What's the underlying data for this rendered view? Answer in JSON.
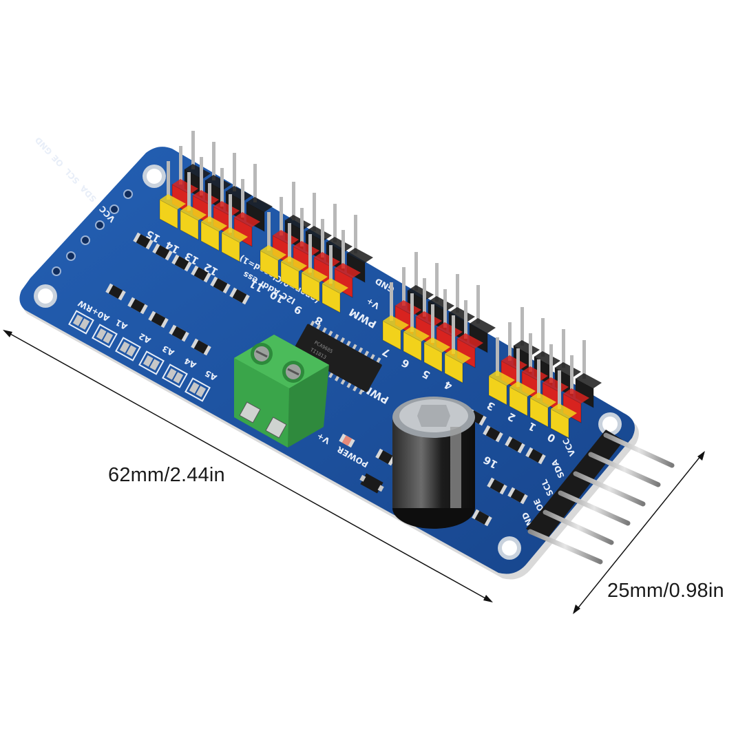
{
  "dimensions": {
    "length": "62mm/2.44in",
    "width": "25mm/0.98in"
  },
  "silkscreen": {
    "left_header": [
      "VCC",
      "SDA",
      "SCL",
      "OE",
      "GND"
    ],
    "address_line_1": "I2C Addr ess",
    "address_line_2": "(open=0/Closed=1)",
    "address_pads": [
      "A0+RW",
      "A1",
      "A2",
      "A3",
      "A4",
      "A5"
    ],
    "channels_top": [
      "12",
      "13",
      "14",
      "15"
    ],
    "channels_mid": [
      "8",
      "9",
      "10",
      "11"
    ],
    "channels_low": [
      "4",
      "5",
      "6",
      "7"
    ],
    "channels_right": [
      "0",
      "1",
      "2",
      "3"
    ],
    "pwm": "PWM",
    "vplus": "V+",
    "gnd": "GND",
    "power": "POWER",
    "terminal": "V+",
    "right_header": [
      "VCC",
      "SDA",
      "SCL",
      "OE",
      "GND"
    ],
    "number_16": "16"
  },
  "colors": {
    "pcb": "#1c4f9c",
    "pcb_edge": "#123a78",
    "header_yellow": "#f2d21b",
    "header_red": "#d8231f",
    "header_black": "#1a1a1a",
    "terminal_green": "#3aa54a",
    "pin_metal": "#b8b8b8"
  }
}
